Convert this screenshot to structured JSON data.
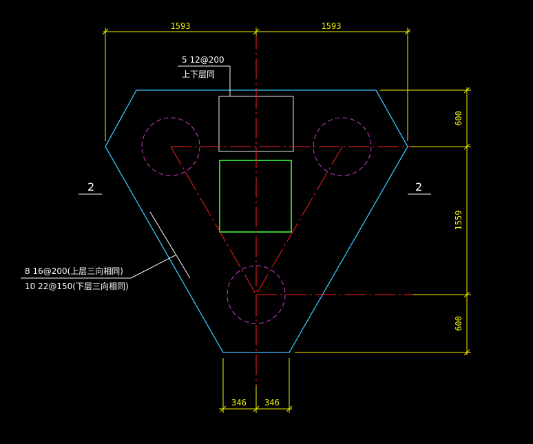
{
  "drawing": {
    "colors": {
      "background": "#000000",
      "dimension": "#f2f200",
      "outline": "#38c8ff",
      "rebar": "#3cff3c",
      "centerline": "#ff2020",
      "pile": "#d040d0",
      "leader": "#ffffff",
      "text": "#ffffff"
    },
    "dimensions": {
      "top_left": "1593",
      "top_right": "1593",
      "right_top": "600",
      "right_middle": "1559",
      "right_bottom": "600",
      "bottom_left": "346",
      "bottom_right": "346"
    },
    "annotations": {
      "top_rebar_line1": "5 12@200",
      "top_rebar_line2": "上下层同",
      "side_rebar_line1": "8 16@200(上层三向相同)",
      "side_rebar_line2": "10 22@150(下层三向相同)"
    },
    "section_marks": {
      "left": "2",
      "right": "2"
    }
  }
}
